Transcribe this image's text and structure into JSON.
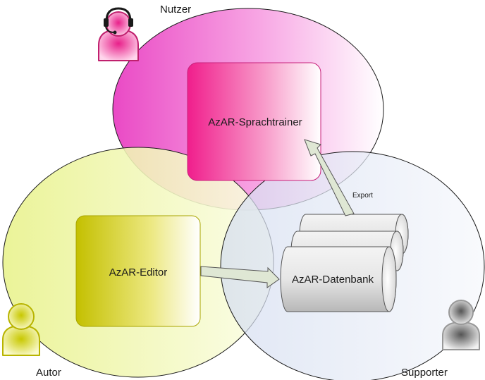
{
  "roles": {
    "user": "Nutzer",
    "author": "Autor",
    "supporter": "Supporter"
  },
  "components": {
    "trainer": "AzAR-Sprachtrainer",
    "editor": "AzAR-Editor",
    "database": "AzAR-Datenbank"
  },
  "arrows": {
    "export": "Export"
  },
  "icons": {
    "user": "headset-person-icon",
    "author": "person-icon",
    "supporter": "person-icon"
  },
  "colors": {
    "user": "#e830b8",
    "author": "#e6f07a",
    "supporter": "#d6dff0",
    "trainer": "#f0208f",
    "editor": "#c8c400",
    "database": "#b8b8b8",
    "arrow": "#dde6d0"
  }
}
